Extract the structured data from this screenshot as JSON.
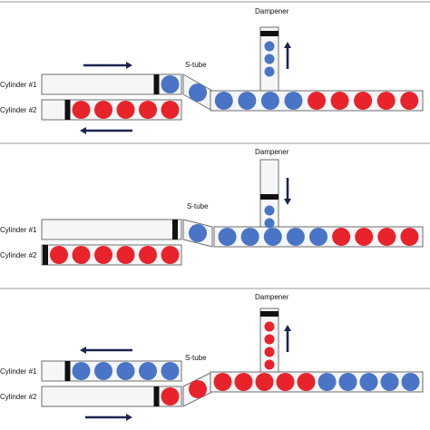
{
  "labels": {
    "cylinder1": "Cylinder #1",
    "cylinder2": "Cylinder #2",
    "stube": "S-tube",
    "dampener": "Dampener"
  },
  "colors": {
    "blue": "#4a74c6",
    "red": "#e8232b",
    "piston": "#111111",
    "tube_edge": "#6c6c6c",
    "tube_fill": "#f5f6f8",
    "divider": "#9a9a9a",
    "arrow": "#1a2550"
  },
  "panels": [
    {
      "cylinder1_balls": [
        "blue"
      ],
      "cylinder2_balls": [
        "red",
        "red",
        "red",
        "red",
        "red"
      ],
      "stube_ball": "blue",
      "stube_connects": "cylinder1",
      "dampener_balls": [
        "blue",
        "blue",
        "blue"
      ],
      "dampener_arrow": "up",
      "outlet_balls": [
        "blue",
        "blue",
        "blue",
        "blue",
        "red",
        "red",
        "red",
        "red",
        "red"
      ],
      "cylinder1_arrow": "right",
      "cylinder2_arrow": "left"
    },
    {
      "cylinder1_balls": [],
      "cylinder2_balls": [
        "red",
        "red",
        "red",
        "red",
        "red",
        "red"
      ],
      "stube_ball": "blue",
      "stube_connects": "cylinder1",
      "dampener_balls": [
        "blue",
        "blue"
      ],
      "dampener_arrow": "down",
      "outlet_balls": [
        "blue",
        "blue",
        "blue",
        "blue",
        "blue",
        "red",
        "red",
        "red",
        "red"
      ],
      "cylinder1_arrow": "none",
      "cylinder2_arrow": "none"
    },
    {
      "cylinder1_balls": [
        "blue",
        "blue",
        "blue",
        "blue",
        "blue"
      ],
      "cylinder2_balls": [
        "red"
      ],
      "stube_ball": "red",
      "stube_connects": "cylinder2",
      "dampener_balls": [
        "red",
        "red",
        "red",
        "red"
      ],
      "dampener_arrow": "up",
      "outlet_balls": [
        "red",
        "red",
        "red",
        "red",
        "red",
        "blue",
        "blue",
        "blue",
        "blue",
        "blue"
      ],
      "cylinder1_arrow": "left",
      "cylinder2_arrow": "right"
    }
  ]
}
